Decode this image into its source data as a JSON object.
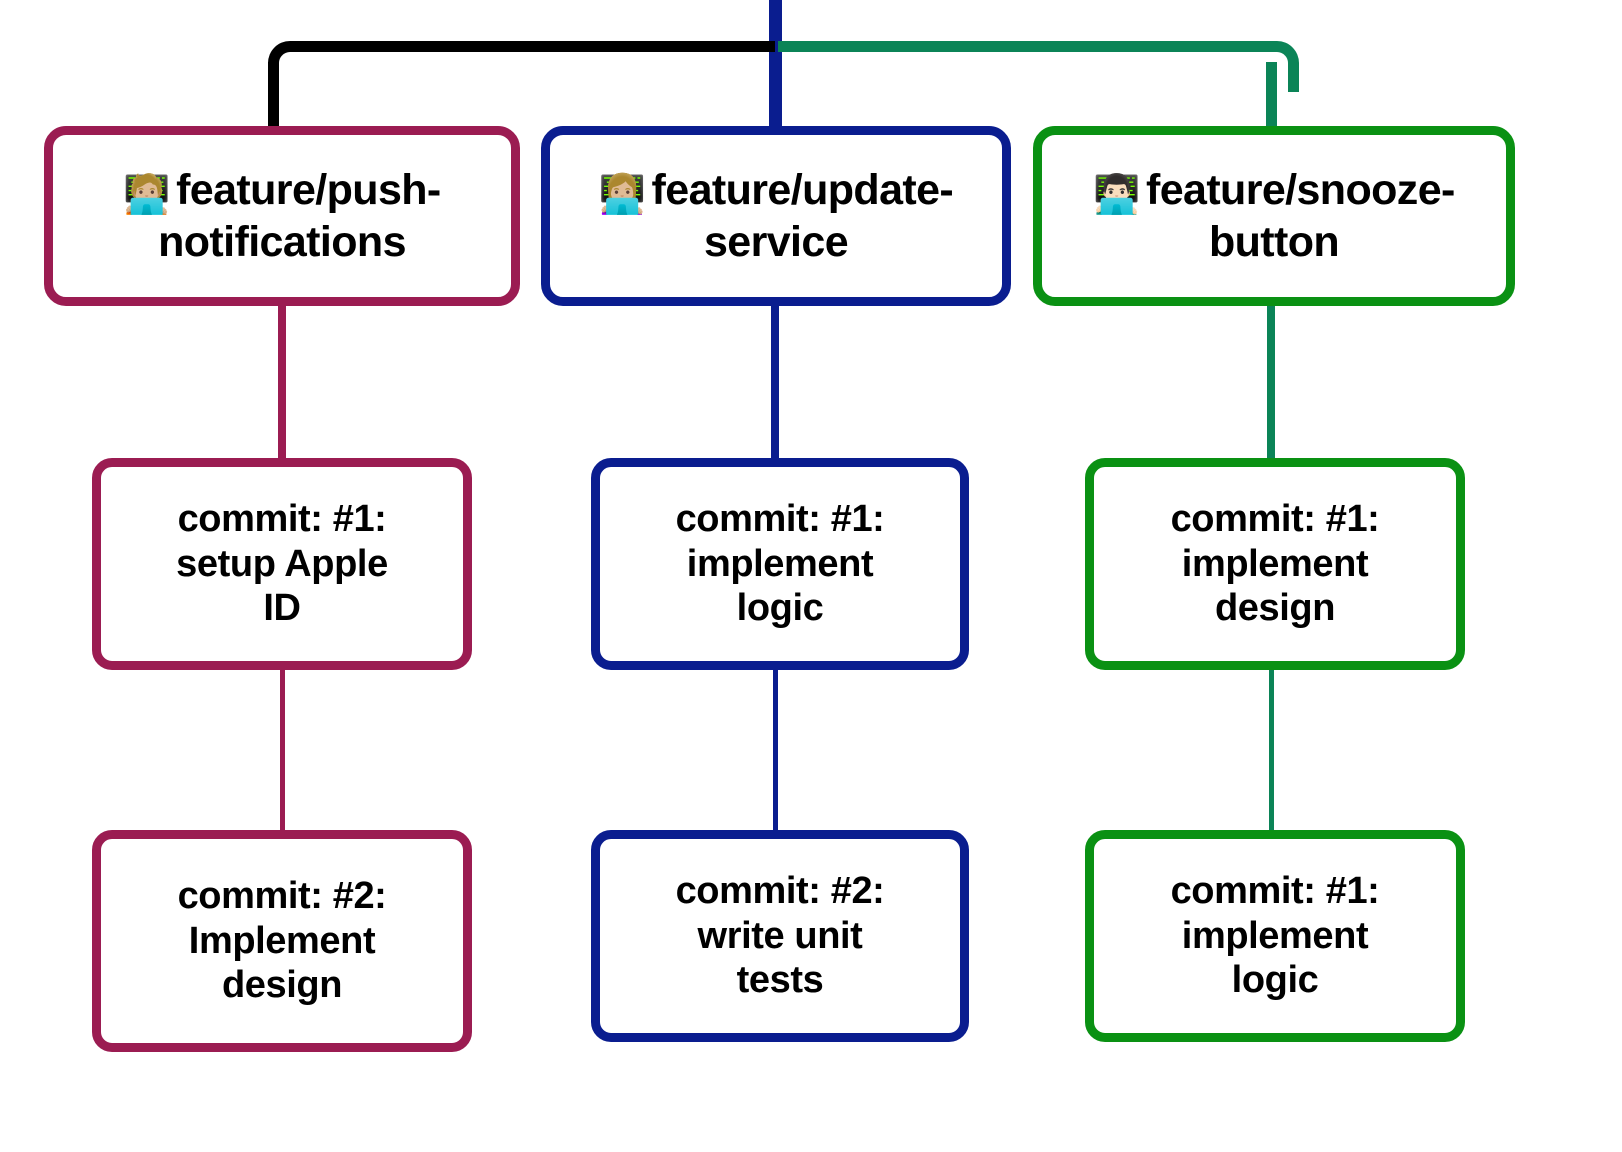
{
  "diagram": {
    "type": "git-branch-tree",
    "title": "",
    "colors": {
      "magenta": "#9B1C52",
      "navy": "#0A1D8F",
      "green": "#0A9113",
      "teal": "#0B8457",
      "black": "#000000",
      "box_fill": "#FFFFFF",
      "text": "#000000"
    },
    "trunk": {
      "name": "main-trunk",
      "color": "#0A1D8F"
    },
    "connectors": [
      {
        "name": "connector-to-push-notifications",
        "color": "#000000"
      },
      {
        "name": "connector-to-update-service",
        "color": "#0A1D8F"
      },
      {
        "name": "connector-to-snooze-button",
        "color": "#0B8457"
      }
    ],
    "columns": [
      {
        "id": "push-notifications",
        "color": "#9B1C52",
        "branch": {
          "emoji": "🧑🏼‍💻",
          "emoji_name": "person-with-laptop-emoji",
          "label": "feature/push-notifications"
        },
        "commits": [
          {
            "line1": "commit: #1:",
            "line2": "setup Apple",
            "line3": "ID"
          },
          {
            "line1": "commit: #2:",
            "line2": "Implement",
            "line3": "design"
          }
        ]
      },
      {
        "id": "update-service",
        "color": "#0A1D8F",
        "branch": {
          "emoji": "👩🏼‍💻",
          "emoji_name": "woman-with-laptop-emoji",
          "label": "feature/update-service"
        },
        "commits": [
          {
            "line1": "commit: #1:",
            "line2": "implement",
            "line3": "logic"
          },
          {
            "line1": "commit: #2:",
            "line2": "write unit",
            "line3": "tests"
          }
        ]
      },
      {
        "id": "snooze-button",
        "color": "#0A9113",
        "branch": {
          "emoji": "👨🏻‍💻",
          "emoji_name": "man-with-laptop-emoji",
          "label": "feature/snooze-button"
        },
        "commits": [
          {
            "line1": "commit: #1:",
            "line2": "implement",
            "line3": "design"
          },
          {
            "line1": "commit: #1:",
            "line2": "implement",
            "line3": "logic"
          }
        ]
      }
    ]
  }
}
